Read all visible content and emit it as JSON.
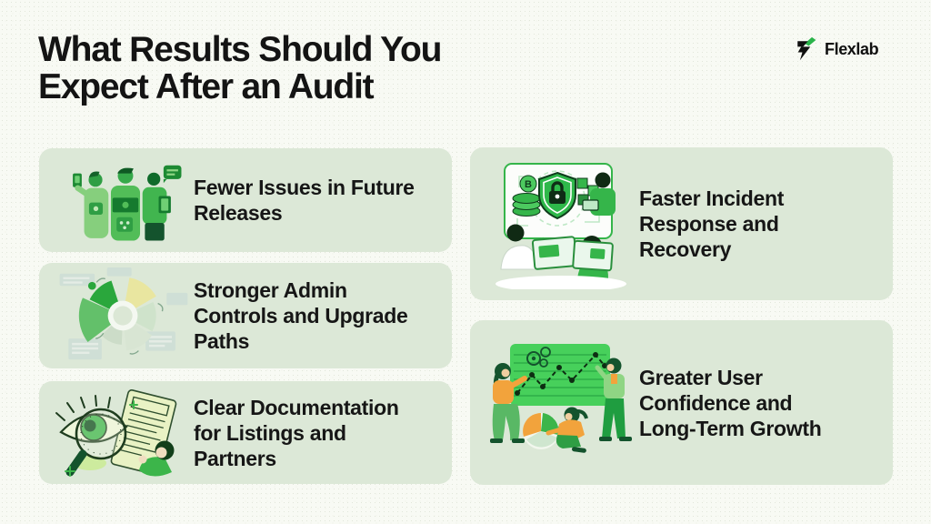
{
  "header": {
    "title_lines": [
      "What Results Should You",
      "Expect After an Audit"
    ],
    "brand": "Flexlab"
  },
  "cards": [
    {
      "id": "fewer-issues",
      "illustration": "team-with-devices",
      "lines": [
        "Fewer Issues in Future",
        "Releases"
      ]
    },
    {
      "id": "admin-controls",
      "illustration": "radial-segment-chart",
      "lines": [
        "Stronger Admin",
        "Controls and Upgrade",
        "Paths"
      ]
    },
    {
      "id": "clear-docs",
      "illustration": "eye-magnifier-document",
      "lines": [
        "Clear Documentation",
        "for Listings and",
        "Partners"
      ]
    },
    {
      "id": "incident-response",
      "illustration": "security-team-monitors",
      "lines": [
        "Faster Incident",
        "Response and",
        "Recovery"
      ]
    },
    {
      "id": "user-confidence",
      "illustration": "growth-chart-team",
      "lines": [
        "Greater User",
        "Confidence and",
        "Long-Term Growth"
      ]
    }
  ],
  "colors": {
    "page_background": "#f8faf4",
    "card_background": "#dce8d7",
    "text": "#141414",
    "accent_green": "#2eb34a",
    "bright_green": "#47d05b",
    "dark_green": "#14532d",
    "pale_yellow": "#e9e6a0",
    "orange": "#f2a33c"
  }
}
